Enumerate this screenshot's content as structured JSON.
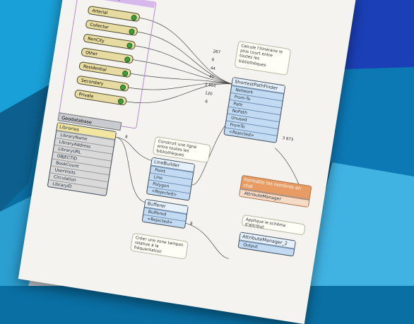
{
  "colors": {
    "background": "#0a6fa3",
    "canvas": "#f4f3ef",
    "feature_node": "#f1e5a0",
    "transformer_node": "#c3dbf2",
    "reader_node": "#d9d9d9",
    "formatter_node": "#f1cdb1"
  },
  "bookmark": {
    "title": "de toutes Autoclub"
  },
  "feature_types": [
    {
      "label": "Arterial"
    },
    {
      "label": "Collector"
    },
    {
      "label": "NonCity"
    },
    {
      "label": "Other"
    },
    {
      "label": "Residential"
    },
    {
      "label": "Secondary"
    },
    {
      "label": "Private"
    }
  ],
  "connection_counts": [
    "267",
    "6",
    "44",
    "40",
    "2 651",
    "120",
    "6"
  ],
  "geodatabase": {
    "title": "Geodatabase",
    "header": "Libraries",
    "attributes": [
      "LibraryName",
      "LibraryAddress",
      "LibraryURL",
      "OBJECTID",
      "BookCount",
      "UserVisits",
      "Circulation",
      "LibraryID"
    ]
  },
  "notes": {
    "shortest": "Calcule l'itinéraire le plus court entre toutes les bibliothèques",
    "line": "Construit une ligne entre toutes les bibliothèques",
    "buffer": "Créer une zone tampon relative à la fréquentation",
    "schema": "Applique le schéma d'attribut"
  },
  "shortest_path": {
    "title": "ShortestPathFinder",
    "ports": [
      "Network",
      "From-To",
      "Path",
      "NoPath",
      "Unused",
      "FromTo",
      "<Rejected>"
    ]
  },
  "line_builder": {
    "title": "LineBuilder",
    "ports": [
      "Point",
      "Line",
      "Polygon",
      "<Rejected>"
    ]
  },
  "bufferer": {
    "title": "Bufferer",
    "ports": [
      "Buffered",
      "<Rejected>"
    ]
  },
  "formatter": {
    "title": "Formatte les nombres en chaî",
    "transformer": "AttributeManager"
  },
  "attr_manager": {
    "title": "AttributeManager_2",
    "port": "Output"
  },
  "extra_counts": [
    "3 873",
    "8",
    "8"
  ]
}
